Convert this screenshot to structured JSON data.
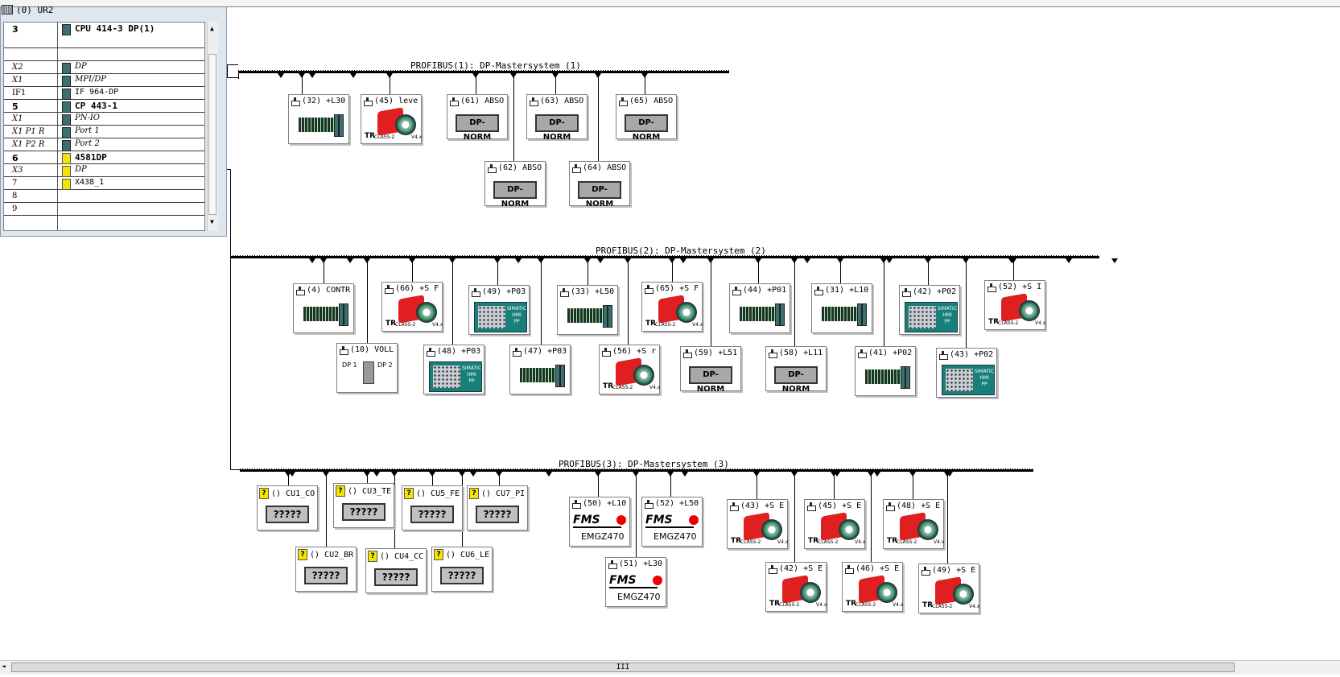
{
  "rack": {
    "title": "(0) UR2",
    "rows": [
      {
        "slot": "3",
        "module": "CPU 414-3 DP(1)",
        "style": "b"
      },
      {
        "slot": "",
        "module": "",
        "style": ""
      },
      {
        "slot": "X2",
        "module": "DP",
        "style": "i"
      },
      {
        "slot": "X1",
        "module": "MPI/DP",
        "style": "i"
      },
      {
        "slot": "IF1",
        "module": "IF 964-DP",
        "style": ""
      },
      {
        "slot": "5",
        "module": "CP 443-1",
        "style": "b"
      },
      {
        "slot": "X1",
        "module": "PN-IO",
        "style": "i"
      },
      {
        "slot": "X1 P1 R",
        "module": "Port 1",
        "style": "i"
      },
      {
        "slot": "X1 P2 R",
        "module": "Port 2",
        "style": "i"
      },
      {
        "slot": "6",
        "module": "4581DP",
        "style": "b"
      },
      {
        "slot": "X3",
        "module": "DP",
        "style": "i"
      },
      {
        "slot": "7",
        "module": "X438_1",
        "style": ""
      },
      {
        "slot": "8",
        "module": "",
        "style": ""
      },
      {
        "slot": "9",
        "module": "",
        "style": ""
      }
    ]
  },
  "buses": [
    {
      "label": "PROFIBUS(1): DP-Mastersystem (1)"
    },
    {
      "label": "PROFIBUS(2): DP-Mastersystem (2)"
    },
    {
      "label": "PROFIBUS(3): DP-Mastersystem (3)"
    }
  ],
  "devices": {
    "d1": {
      "label": "(32) +L30"
    },
    "d2": {
      "label": "(45) leve"
    },
    "d3": {
      "label": "(61) ABSO"
    },
    "d4": {
      "label": "(63) ABSO"
    },
    "d5": {
      "label": "(65) ABSO"
    },
    "d6": {
      "label": "(62) ABSO"
    },
    "d7": {
      "label": "(64) ABSO"
    },
    "e1": {
      "label": "(4) CONTR"
    },
    "e2": {
      "label": "(66) +S F"
    },
    "e3": {
      "label": "(49) +P03"
    },
    "e4": {
      "label": "(33) +L50"
    },
    "e5": {
      "label": "(65) +S F"
    },
    "e6": {
      "label": "(44) +P01"
    },
    "e7": {
      "label": "(31) +L10"
    },
    "e8": {
      "label": "(42) +P02"
    },
    "e9": {
      "label": "(52) +S I"
    },
    "e10": {
      "label": "(10) VOLL"
    },
    "e11": {
      "label": "(48) +P03"
    },
    "e12": {
      "label": "(47) +P03"
    },
    "e13": {
      "label": "(56) +S r"
    },
    "e14": {
      "label": "(59) +L51"
    },
    "e15": {
      "label": "(58) +L11"
    },
    "e16": {
      "label": "(41) +P02"
    },
    "e17": {
      "label": "(43) +P02"
    },
    "f1": {
      "label": "() CU1_CO"
    },
    "f2": {
      "label": "() CU3_TE"
    },
    "f3": {
      "label": "() CU5_FE"
    },
    "f4": {
      "label": "() CU7_PI"
    },
    "f5": {
      "label": "() CU2_BR"
    },
    "f6": {
      "label": "() CU4_CC"
    },
    "f7": {
      "label": "() CU6_LE"
    },
    "f8": {
      "label": "(50) +L10"
    },
    "f9": {
      "label": "(52) +L50"
    },
    "f10": {
      "label": "(51) +L30"
    },
    "f11": {
      "label": "(43) +S E"
    },
    "f12": {
      "label": "(45) +S E"
    },
    "f13": {
      "label": "(48) +S E"
    },
    "f14": {
      "label": "(42) +S E"
    },
    "f15": {
      "label": "(46) +S E"
    },
    "f16": {
      "label": "(49) +S E"
    }
  },
  "text": {
    "dp_norm": "DP-NORM",
    "unknown": "?????",
    "emgz": "EMGZ470",
    "fms": "FMS",
    "tr": "TR",
    "class2": "CLASS-2",
    "version": "V4.x",
    "simatic": "SIMATIC HMI PP",
    "dp1": "DP 1",
    "dp2": "DP 2",
    "qmark": "?",
    "thumb": "III"
  },
  "colors": {
    "encoder": "#e02020",
    "hmi": "#17807a",
    "fms_dot": "#e00000"
  }
}
